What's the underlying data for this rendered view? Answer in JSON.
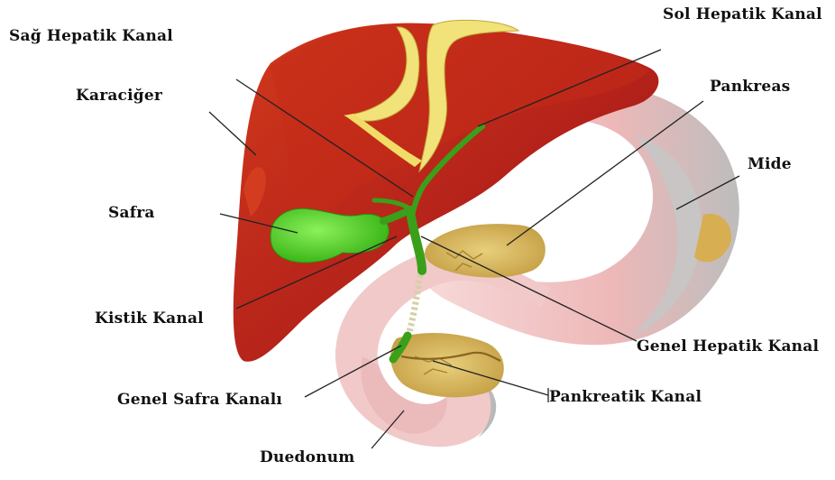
{
  "labels": {
    "sag_hepatik_kanal": "Sağ Hepatik Kanal",
    "sol_hepatik_kanal": "Sol Hepatik Kanal",
    "karaciger": "Karaciğer",
    "pankreas": "Pankreas",
    "mide": "Mide",
    "safra": "Safra",
    "kistik_kanal": "Kistik Kanal",
    "genel_hepatik_kanal": "Genel Hepatik Kanal",
    "genel_safra_kanali": "Genel Safra Kanalı",
    "pankreatik_kanal": "Pankreatik Kanal",
    "duedonum": "Duedonum"
  },
  "colors": {
    "liver_dark": "#a81a12",
    "liver_light": "#c8321a",
    "gallbladder": "#4ccf1a",
    "bile_duct": "#3a9a1a",
    "hepatic_duct_yellow": "#f2e27a",
    "stomach_pink": "#f0c6c6",
    "stomach_grey": "#c9c9c9",
    "pancreas": "#d8b860",
    "leader_line": "#222222"
  }
}
